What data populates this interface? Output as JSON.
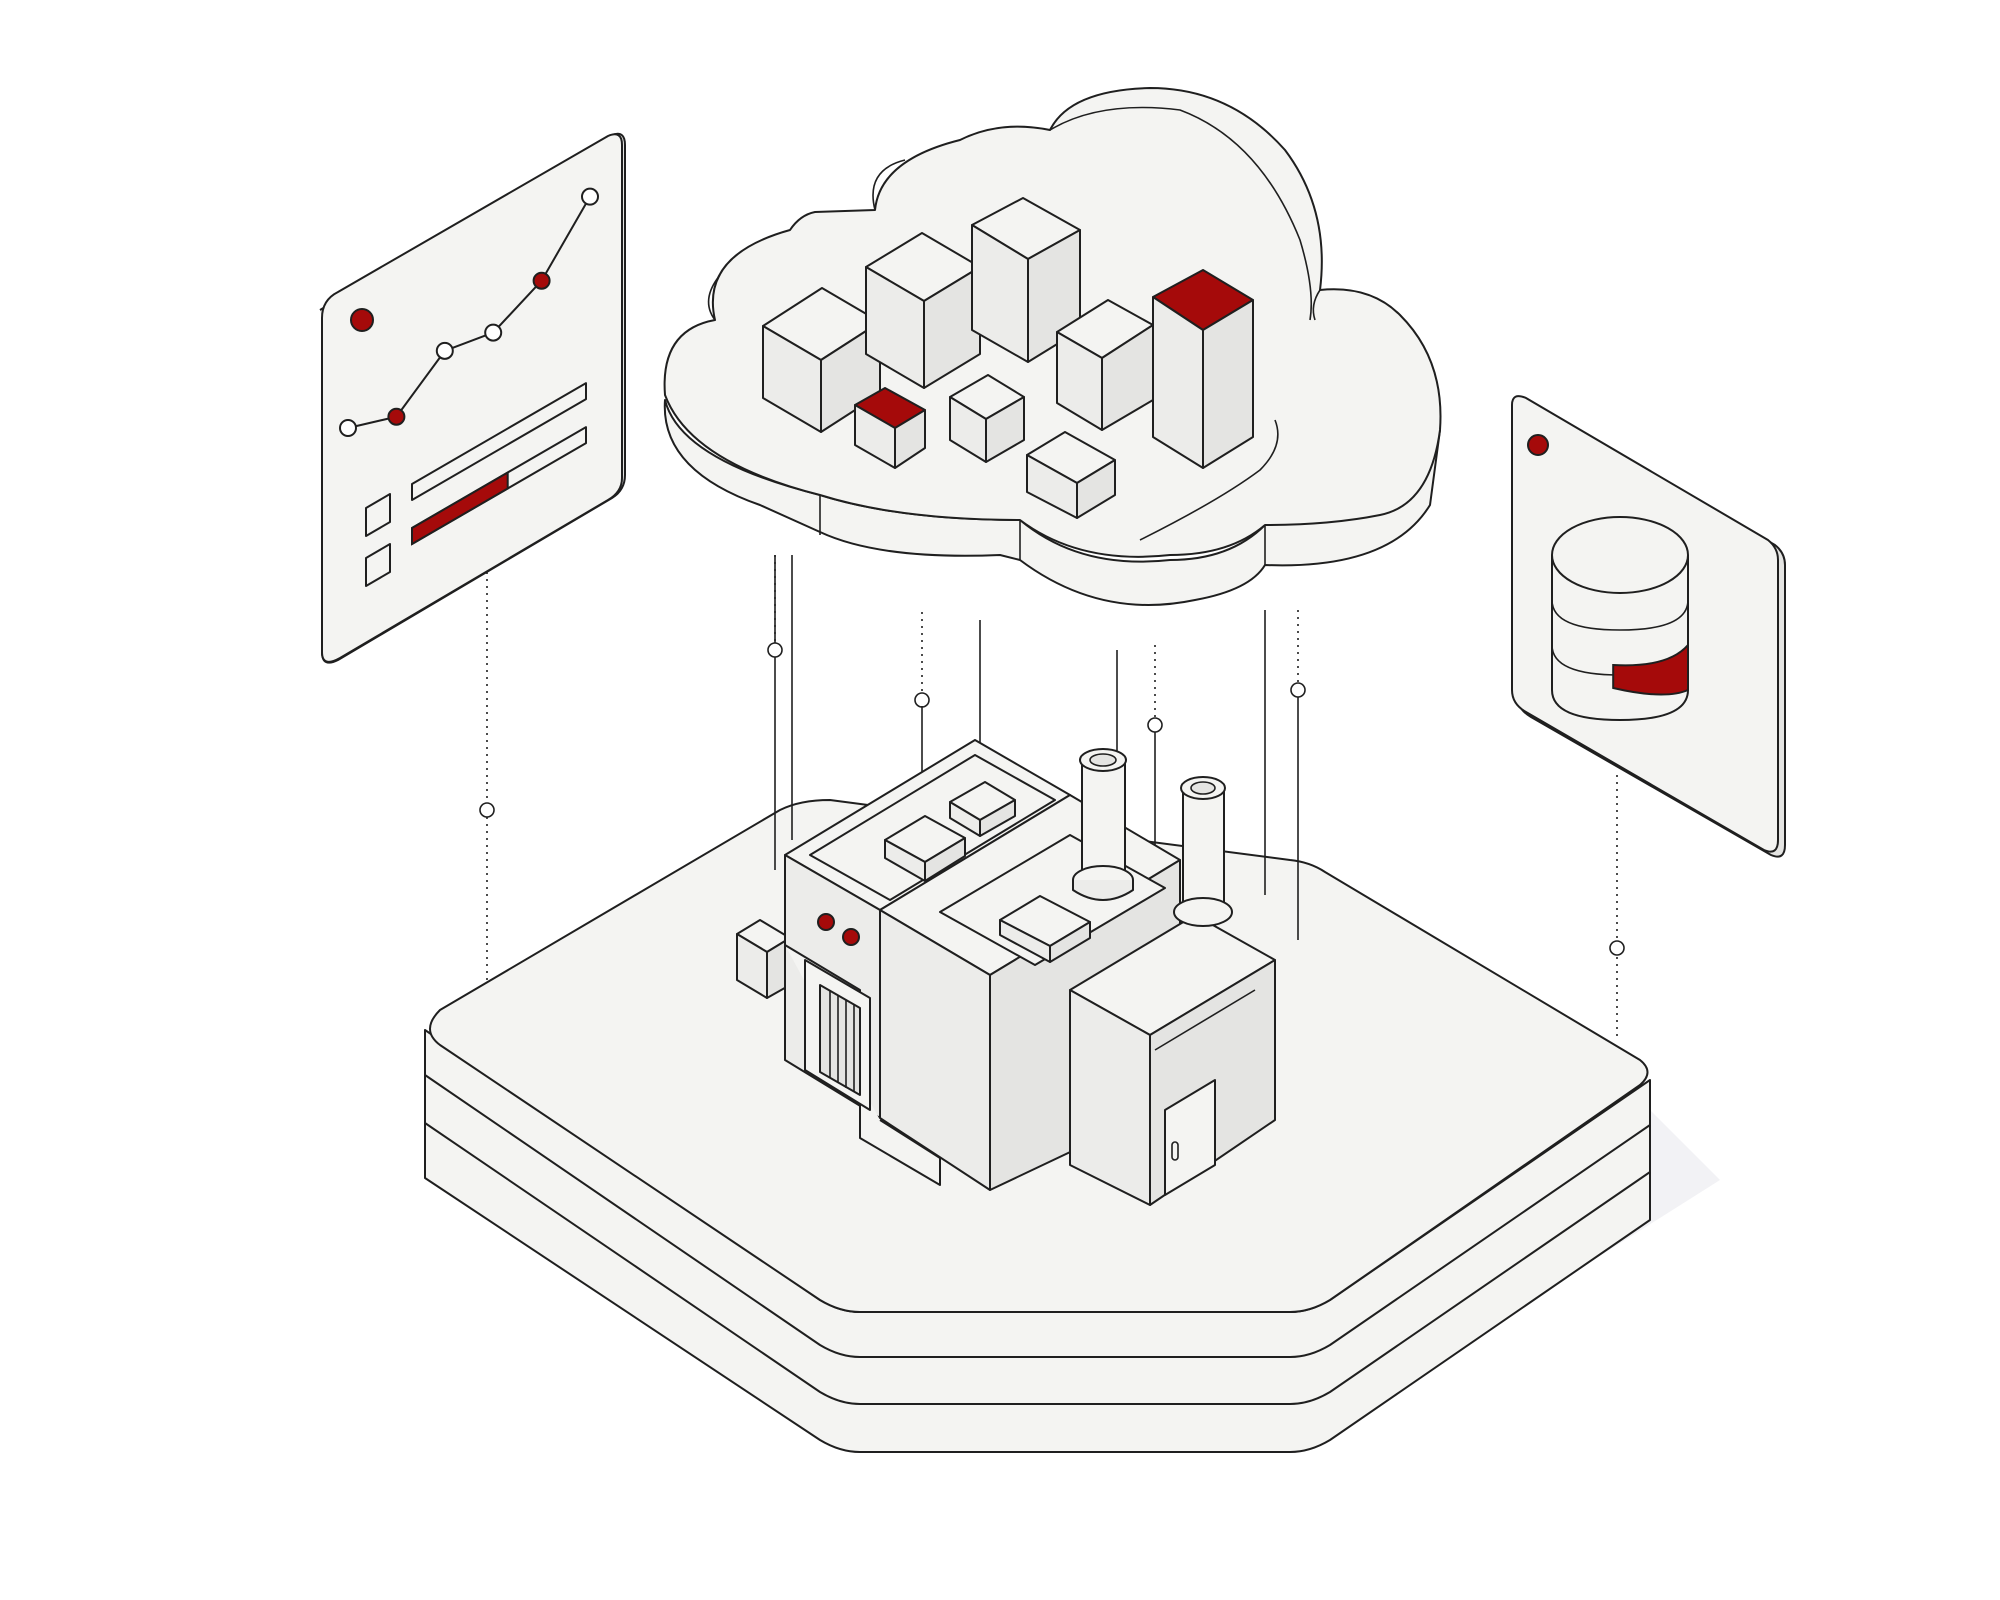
{
  "colors": {
    "accent": "#a50a0a",
    "outline": "#1f1f1f",
    "surface": "#f4f4f2",
    "background": "#ffffff"
  },
  "icons": {
    "cloud": "cloud-icon",
    "factory": "factory-icon",
    "database": "database-icon",
    "chart_panel": "line-chart-icon"
  },
  "chart_panel": {
    "line_values": [
      0.3,
      0.18,
      0.45,
      0.38,
      0.55,
      0.95
    ],
    "highlighted_points": [
      1,
      4
    ],
    "progress_bars": [
      0,
      0.55
    ]
  },
  "database_panel": {
    "highlighted_segment_fraction": 0.55
  }
}
